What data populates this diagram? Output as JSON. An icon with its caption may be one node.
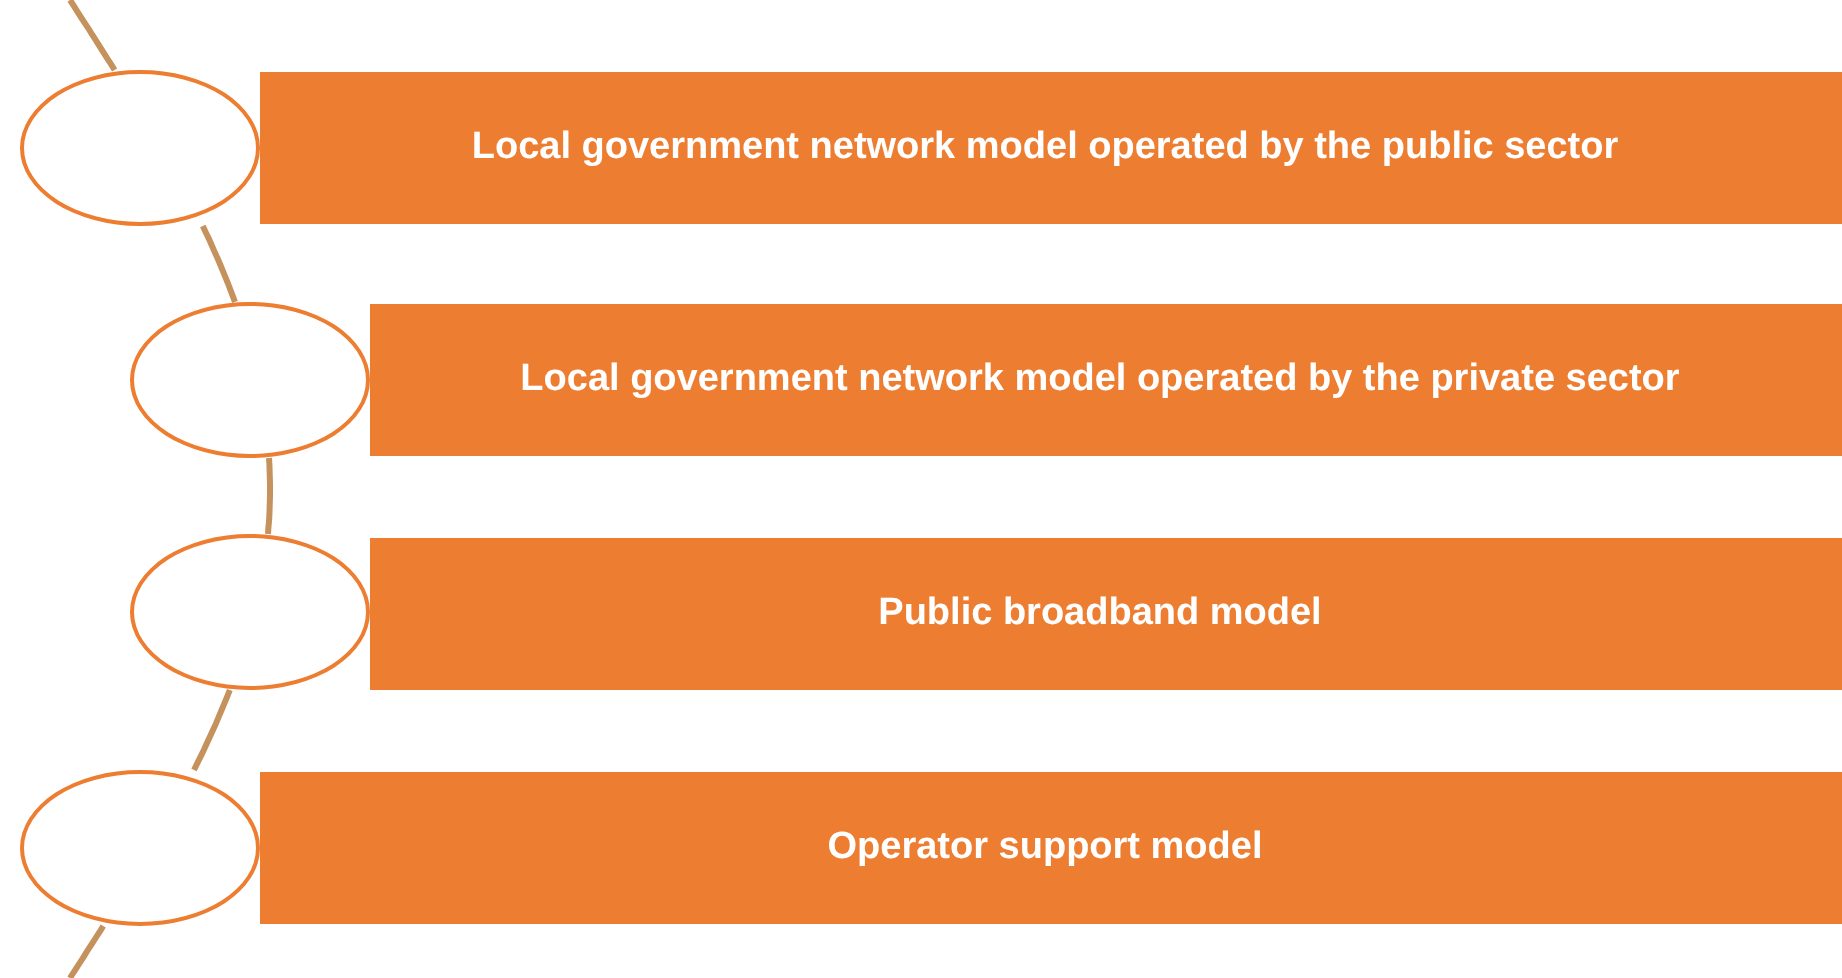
{
  "diagram": {
    "nodes": [
      {
        "text": [],
        "shape": "circle"
      },
      {
        "text": [
          "Local government network model operated by the public sector"
        ]
      },
      {
        "text": [],
        "shape": "circle"
      },
      {
        "text": [
          "Local government network model operated by the private sector"
        ]
      },
      {
        "text": [],
        "shape": "circle"
      },
      {
        "text": [
          "Public broadband model"
        ]
      },
      {
        "text": [],
        "shape": "circle"
      },
      {
        "text": [
          "Operator support model"
        ]
      }
    ],
    "edges": [
      {
        "from": null,
        "to": 0,
        "arrow": "none"
      },
      {
        "from": 0,
        "to": 2,
        "arrow": "none"
      },
      {
        "from": 2,
        "to": 4,
        "arrow": "none"
      },
      {
        "from": 4,
        "to": 6,
        "arrow": "none"
      },
      {
        "from": 6,
        "to": null,
        "arrow": "none"
      }
    ]
  }
}
